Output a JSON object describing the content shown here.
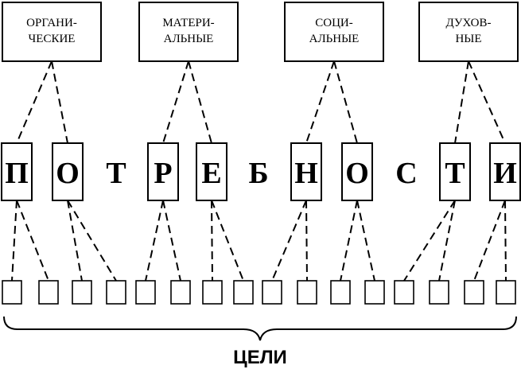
{
  "categories": [
    {
      "line1": "ОРГАНИ-",
      "line2": "ЧЕСКИЕ"
    },
    {
      "line1": "МАТЕРИ-",
      "line2": "АЛЬНЫЕ"
    },
    {
      "line1": "СОЦИ-",
      "line2": "АЛЬНЫЕ"
    },
    {
      "line1": "ДУХОВ-",
      "line2": "НЫЕ"
    }
  ],
  "word_letters": [
    "П",
    "О",
    "Т",
    "Р",
    "Е",
    "Б",
    "Н",
    "О",
    "С",
    "Т",
    "И"
  ],
  "goals_label": "ЦЕЛИ"
}
